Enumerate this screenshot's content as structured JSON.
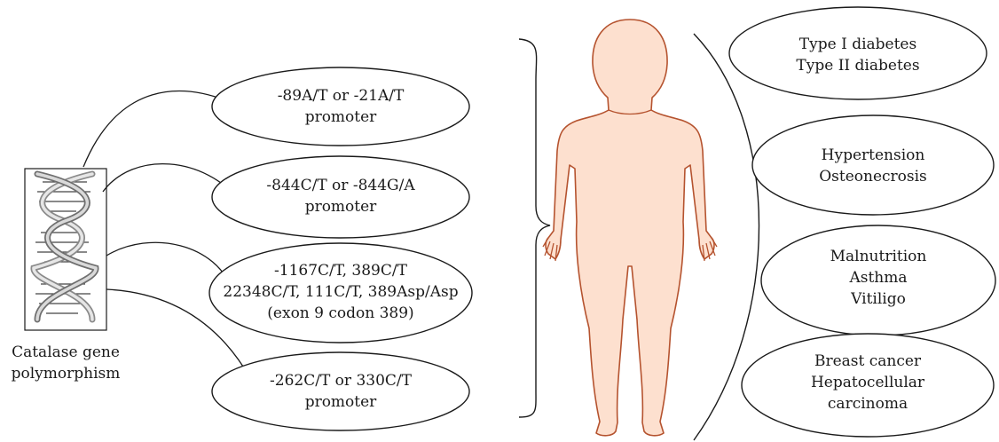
{
  "gene": {
    "caption_lines": [
      "Catalase gene",
      "polymorphism"
    ]
  },
  "polymorphisms": [
    {
      "lines": [
        "-89A/T or -21A/T",
        "promoter"
      ]
    },
    {
      "lines": [
        "-844C/T or -844G/A",
        "promoter"
      ]
    },
    {
      "lines": [
        "-1167C/T, 389C/T",
        "22348C/T, 111C/T, 389Asp/Asp",
        "(exon 9 codon 389)"
      ]
    },
    {
      "lines": [
        "-262C/T or 330C/T",
        "promoter"
      ]
    }
  ],
  "diseases": [
    {
      "lines": [
        "Type I diabetes",
        "Type II diabetes"
      ]
    },
    {
      "lines": [
        "Hypertension",
        "Osteonecrosis"
      ]
    },
    {
      "lines": [
        "Malnutrition",
        "Asthma",
        "Vitiligo"
      ]
    },
    {
      "lines": [
        "Breast cancer",
        "Hepatocellular",
        "carcinoma"
      ]
    }
  ],
  "colors": {
    "skin_fill": "#fde0cf",
    "skin_outline": "#b5532f",
    "line": "#1a1a1a"
  }
}
